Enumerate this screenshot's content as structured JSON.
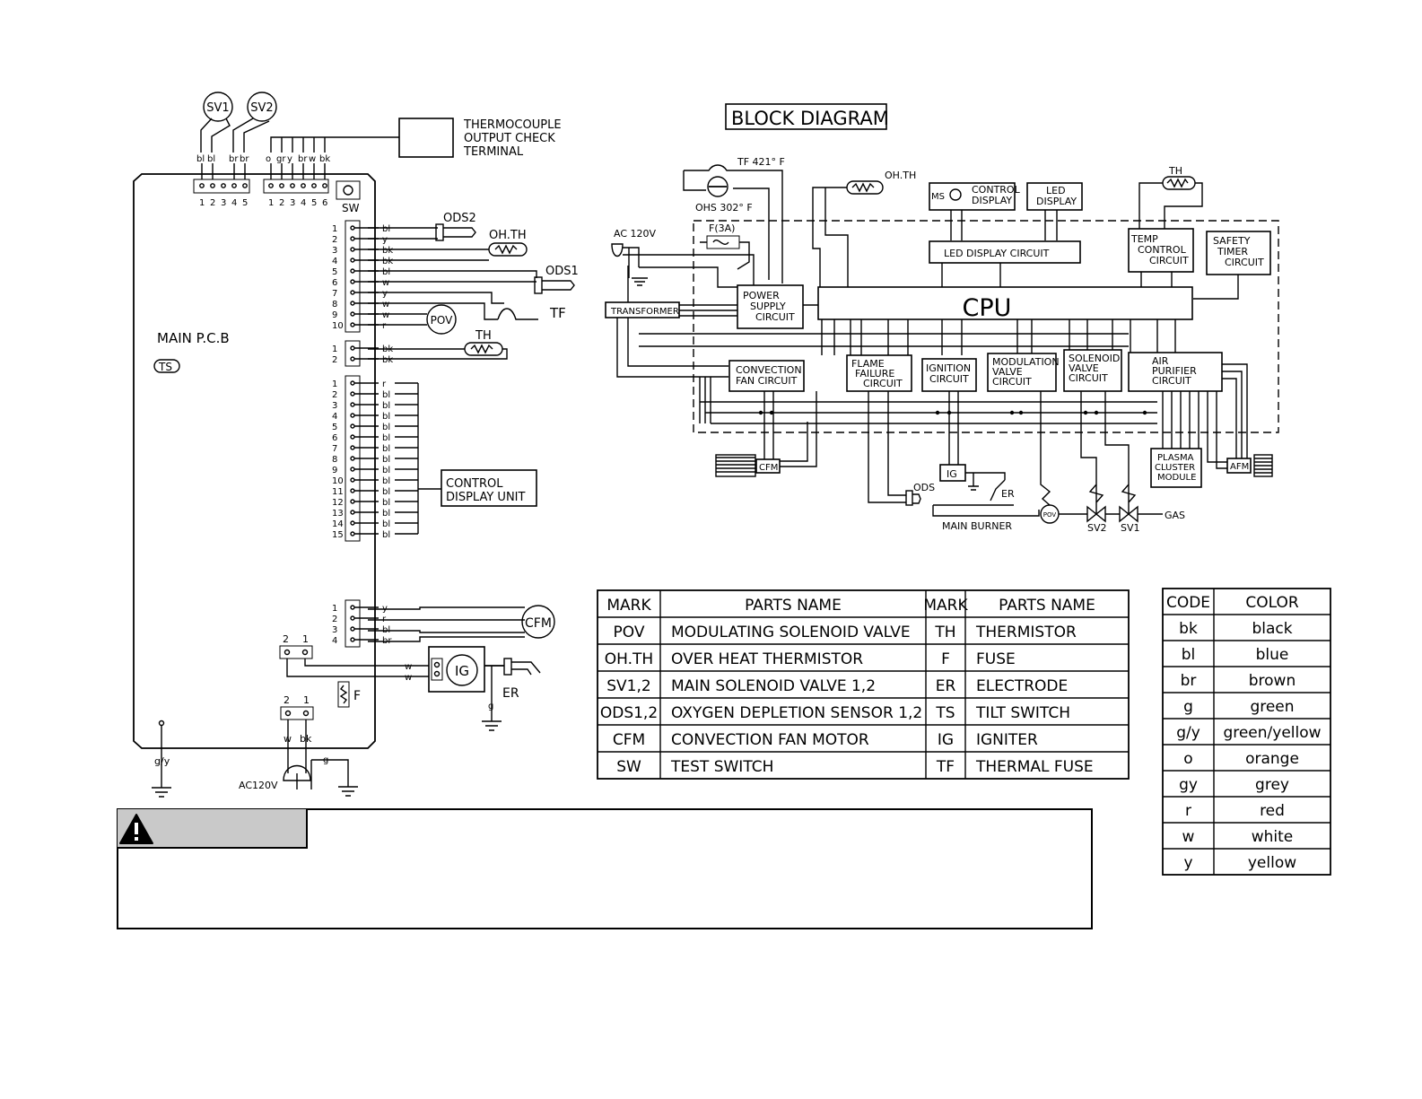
{
  "pcb": {
    "main_label": "MAIN P.C.B",
    "ts_label": "TS",
    "sw_label": "SW",
    "f_label": "F",
    "gy_label": "g/y",
    "g_label": "g",
    "ac_label": "AC120V",
    "plug_pins": [
      "w",
      "bk"
    ],
    "top_conn1_pins": [
      "1",
      "2",
      "3",
      "4",
      "5"
    ],
    "top_conn1_wires": [
      "bl",
      "bl",
      "",
      "br",
      "br"
    ],
    "top_conn2_pins": [
      "1",
      "2",
      "3",
      "4",
      "5",
      "6"
    ],
    "top_conn2_wires": [
      "o",
      "gr",
      "y",
      "br",
      "w",
      "bk"
    ],
    "conn_a_pins": [
      "1",
      "2",
      "3",
      "4",
      "5",
      "6",
      "7",
      "8",
      "9",
      "10"
    ],
    "conn_a_wires": [
      "bl",
      "y",
      "bk",
      "bk",
      "bl",
      "w",
      "y",
      "w",
      "w",
      "r"
    ],
    "conn_b_pins": [
      "1",
      "2"
    ],
    "conn_b_wires": [
      "bk",
      "bk"
    ],
    "conn_c_pins": [
      "1",
      "2",
      "3",
      "4",
      "5",
      "6",
      "7",
      "8",
      "9",
      "10",
      "11",
      "12",
      "13",
      "14",
      "15"
    ],
    "conn_c_wires": [
      "r",
      "bl",
      "bl",
      "bl",
      "bl",
      "bl",
      "bl",
      "bl",
      "bl",
      "bl",
      "bl",
      "bl",
      "bl",
      "bl",
      "bl"
    ],
    "conn_d_pins": [
      "1",
      "2",
      "3",
      "4"
    ],
    "conn_d_wires": [
      "y",
      "r",
      "bl",
      "br"
    ],
    "ig_conn_pins": [
      "2",
      "1"
    ],
    "ig_wires": [
      "w",
      "w"
    ],
    "ac_conn_pins": [
      "2",
      "1"
    ]
  },
  "components": {
    "sv1": "SV1",
    "sv2": "SV2",
    "thermocouple": [
      "THERMOCOUPLE",
      "OUTPUT CHECK",
      "TERMINAL"
    ],
    "ods2": "ODS2",
    "ohth": "OH.TH",
    "ods1": "ODS1",
    "pov": "POV",
    "tf": "TF",
    "th": "TH",
    "control_display": [
      "CONTROL",
      "DISPLAY UNIT"
    ],
    "cfm": "CFM",
    "ig": "IG",
    "er": "ER"
  },
  "block": {
    "title": "BLOCK DIAGRAM",
    "tf421": "TF 421° F",
    "ohs302": "OHS 302° F",
    "ohth": "OH.TH",
    "ms": "MS",
    "control_display": [
      "CONTROL",
      "DISPLAY"
    ],
    "led_display": [
      "LED",
      "DISPLAY"
    ],
    "th": "TH",
    "ac120": "AC 120V",
    "fuse": "F(3A)",
    "led_circuit": "LED DISPLAY CIRCUIT",
    "temp_control": [
      "TEMP",
      "CONTROL",
      "CIRCUIT"
    ],
    "safety_timer": [
      "SAFETY",
      "TIMER",
      "CIRCUIT"
    ],
    "transformer": "TRANSFORMER",
    "power_supply": [
      "POWER",
      "SUPPLY",
      "CIRCUIT"
    ],
    "cpu": "CPU",
    "convection": [
      "CONVECTION",
      "FAN CIRCUIT"
    ],
    "flame": [
      "FLAME",
      "FAILURE",
      "CIRCUIT"
    ],
    "ignition": [
      "IGNITION",
      "CIRCUIT"
    ],
    "modulation": [
      "MODULATION",
      "VALVE",
      "CIRCUIT"
    ],
    "solenoid": [
      "SOLENOID",
      "VALVE",
      "CIRCUIT"
    ],
    "air": [
      "AIR",
      "PURIFIER",
      "CIRCUIT"
    ],
    "cfm": "CFM",
    "ig": "IG",
    "er": "ER",
    "ods": "ODS",
    "plasma": [
      "PLASMA",
      "CLUSTER",
      "MODULE"
    ],
    "afm": "AFM",
    "main_burner": "MAIN BURNER",
    "pov": "POV",
    "sv2": "SV2",
    "sv1": "SV1",
    "gas": "GAS"
  },
  "parts_table": {
    "headers": [
      "MARK",
      "PARTS NAME",
      "MARK",
      "PARTS NAME"
    ],
    "rows": [
      [
        "POV",
        "MODULATING SOLENOID VALVE",
        "TH",
        "THERMISTOR"
      ],
      [
        "OH.TH",
        "OVER HEAT THERMISTOR",
        "F",
        "FUSE"
      ],
      [
        "SV1,2",
        "MAIN SOLENOID VALVE 1,2",
        "ER",
        "ELECTRODE"
      ],
      [
        "ODS1,2",
        "OXYGEN DEPLETION SENSOR 1,2",
        "TS",
        "TILT SWITCH"
      ],
      [
        "CFM",
        "CONVECTION FAN MOTOR",
        "IG",
        "IGNITER"
      ],
      [
        "SW",
        "TEST SWITCH",
        "TF",
        "THERMAL FUSE"
      ]
    ]
  },
  "color_table": {
    "headers": [
      "CODE",
      "COLOR"
    ],
    "rows": [
      [
        "bk",
        "black"
      ],
      [
        "bl",
        "blue"
      ],
      [
        "br",
        "brown"
      ],
      [
        "g",
        "green"
      ],
      [
        "g/y",
        "green/yellow"
      ],
      [
        "o",
        "orange"
      ],
      [
        "gy",
        "grey"
      ],
      [
        "r",
        "red"
      ],
      [
        "w",
        "white"
      ],
      [
        "y",
        "yellow"
      ]
    ]
  },
  "warning": {
    "icon": "warning-triangle-icon",
    "color": "#c9c9c9"
  }
}
